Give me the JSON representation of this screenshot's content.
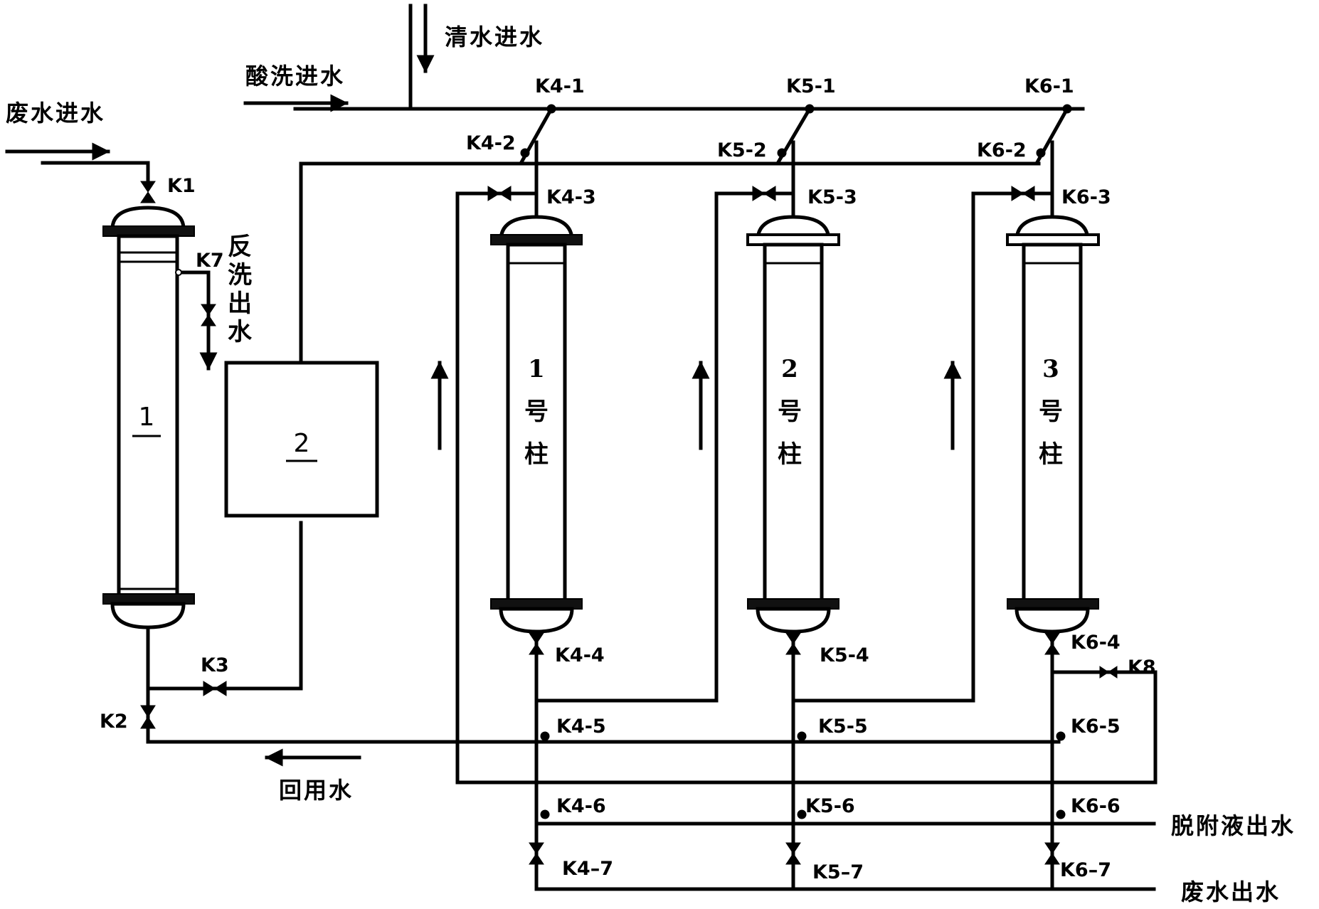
{
  "inlets": {
    "clean_water_in": "清水进水",
    "acid_wash_in": "酸洗进水",
    "wastewater_in": "废水进水"
  },
  "outlets": {
    "backwash_out": "反洗出水",
    "reuse_water": "回用水",
    "desorption_out": "脱附液出水",
    "wastewater_out": "废水出水"
  },
  "units": {
    "unit_1": "1",
    "unit_2": "2"
  },
  "columns": [
    {
      "num": "1",
      "hao": "号",
      "zhu": "柱"
    },
    {
      "num": "2",
      "hao": "号",
      "zhu": "柱"
    },
    {
      "num": "3",
      "hao": "号",
      "zhu": "柱"
    }
  ],
  "valves": {
    "K1": "K1",
    "K2": "K2",
    "K3": "K3",
    "K7": "K7",
    "K8": "K8",
    "K4_1": "K4-1",
    "K4_2": "K4-2",
    "K4_3": "K4-3",
    "K4_4": "K4-4",
    "K4_5": "K4-5",
    "K4_6": "K4-6",
    "K4_7": "K4–7",
    "K5_1": "K5-1",
    "K5_2": "K5-2",
    "K5_3": "K5-3",
    "K5_4": "K5-4",
    "K5_5": "K5-5",
    "K5_6": "K5-6",
    "K5_7": "K5–7",
    "K6_1": "K6-1",
    "K6_2": "K6-2",
    "K6_3": "K6-3",
    "K6_4": "K6-4",
    "K6_5": "K6-5",
    "K6_6": "K6-6",
    "K6_7": "K6–7"
  }
}
